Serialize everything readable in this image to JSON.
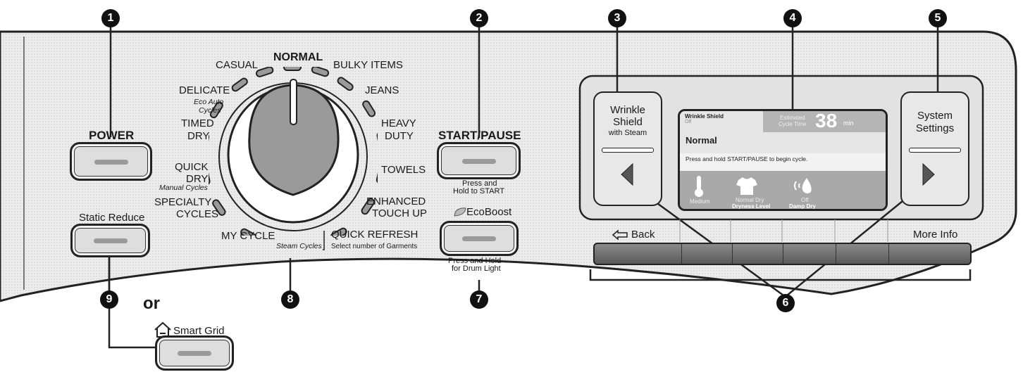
{
  "callouts": [
    "1",
    "2",
    "3",
    "4",
    "5",
    "6",
    "7",
    "8",
    "9"
  ],
  "power": {
    "label": "POWER"
  },
  "static_reduce": {
    "label": "Static Reduce"
  },
  "or_text": "or",
  "smart_grid": {
    "label": "Smart Grid",
    "icon": "home-grid-icon"
  },
  "dial": {
    "cycles": {
      "normal": "NORMAL",
      "casual": "CASUAL",
      "bulky": "BULKY ITEMS",
      "delicate": "DELICATE",
      "jeans": "JEANS",
      "timed": [
        "TIMED",
        "DRY"
      ],
      "heavy": [
        "HEAVY",
        "DUTY"
      ],
      "quick": [
        "QUICK",
        "DRY"
      ],
      "towels": "TOWELS",
      "specialty": [
        "SPECIALTY",
        "CYCLES"
      ],
      "enhanced": [
        "ENHANCED",
        "TOUCH UP"
      ],
      "my_cycle": "MY CYCLE",
      "quick_refresh": "QUICK REFRESH"
    },
    "eco_auto": [
      "Eco Auto",
      "Cycles"
    ],
    "manual_cycles": "Manual Cycles",
    "steam_cycles": "Steam Cycles",
    "select_garments": "Select number of Garments"
  },
  "start_pause": {
    "label": "START/PAUSE",
    "hint": [
      "Press and",
      "Hold to START"
    ]
  },
  "ecoboost": {
    "label": "EcoBoost",
    "hint": [
      "Press and Hold",
      "for Drum Light"
    ],
    "icon": "leaf-icon"
  },
  "left_button": {
    "lines": [
      "Wrinkle",
      "Shield",
      "with Steam"
    ]
  },
  "right_button": {
    "lines": [
      "System",
      "Settings"
    ]
  },
  "screen": {
    "wrinkle_tag": "Wrinkle Shield",
    "wrinkle_state": "Off",
    "estimated": [
      "Estimated",
      "Cycle Time"
    ],
    "time_value": "38",
    "time_unit": "min",
    "cycle_name": "Normal",
    "instruction": "Press and hold START/PAUSE to begin cycle.",
    "options": [
      {
        "top": "Medium",
        "bottom": "",
        "icon": "thermometer-icon"
      },
      {
        "top": "Normal Dry",
        "bottom": "Dryness Level",
        "icon": "shirt-icon"
      },
      {
        "top": "Off",
        "bottom": "Damp Dry",
        "icon": "damp-dry-icon"
      }
    ]
  },
  "softkeys": {
    "back": "Back",
    "more_info": "More Info",
    "back_icon": "back-arrow-icon"
  },
  "colors": {
    "panel": "#e6e6e6",
    "outline": "#222222",
    "button_bar": "#9a9a9a",
    "screen": "#cfcfcf"
  }
}
